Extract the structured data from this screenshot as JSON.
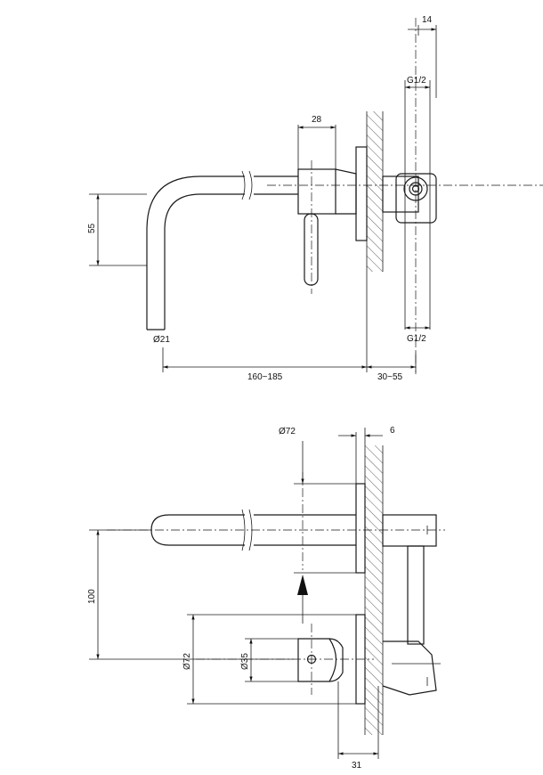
{
  "top_view": {
    "dims": {
      "width_14": "14",
      "thread_top": "G1/2",
      "thread_bottom": "G1/2",
      "width_28": "28",
      "height_55": "55",
      "diameter_21": "Ø21",
      "length": "160~185",
      "wall_depth": "30~55"
    }
  },
  "bottom_view": {
    "dims": {
      "diameter_72_top": "Ø72",
      "plate_6": "6",
      "height_100": "100",
      "diameter_72_left": "Ø72",
      "diameter_35": "Ø35",
      "depth_31": "31"
    }
  }
}
